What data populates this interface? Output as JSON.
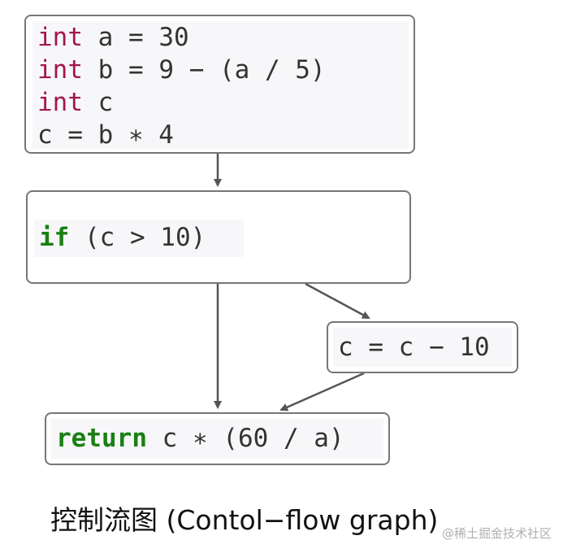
{
  "nodes": {
    "node1": {
      "lines": [
        {
          "kw": "int",
          "rest": " a = 30"
        },
        {
          "kw": "int",
          "rest": " b = 9 − (a / 5)"
        },
        {
          "kw": "int",
          "rest": " c"
        },
        {
          "kw": "",
          "rest": "c = b ∗ 4"
        }
      ]
    },
    "node2": {
      "kw": "if",
      "rest": " (c > 10)"
    },
    "node3": {
      "text": "c = c − 10"
    },
    "node4": {
      "kw": "return",
      "rest": " c ∗ (60 / a)"
    }
  },
  "caption": "控制流图 (Contol−flow graph)",
  "watermark": "@稀土掘金技术社区",
  "colors": {
    "type_keyword": "#a3184a",
    "control_keyword": "#1a7f13",
    "code_text": "#333333",
    "border": "#777777",
    "arrow": "#555555"
  }
}
